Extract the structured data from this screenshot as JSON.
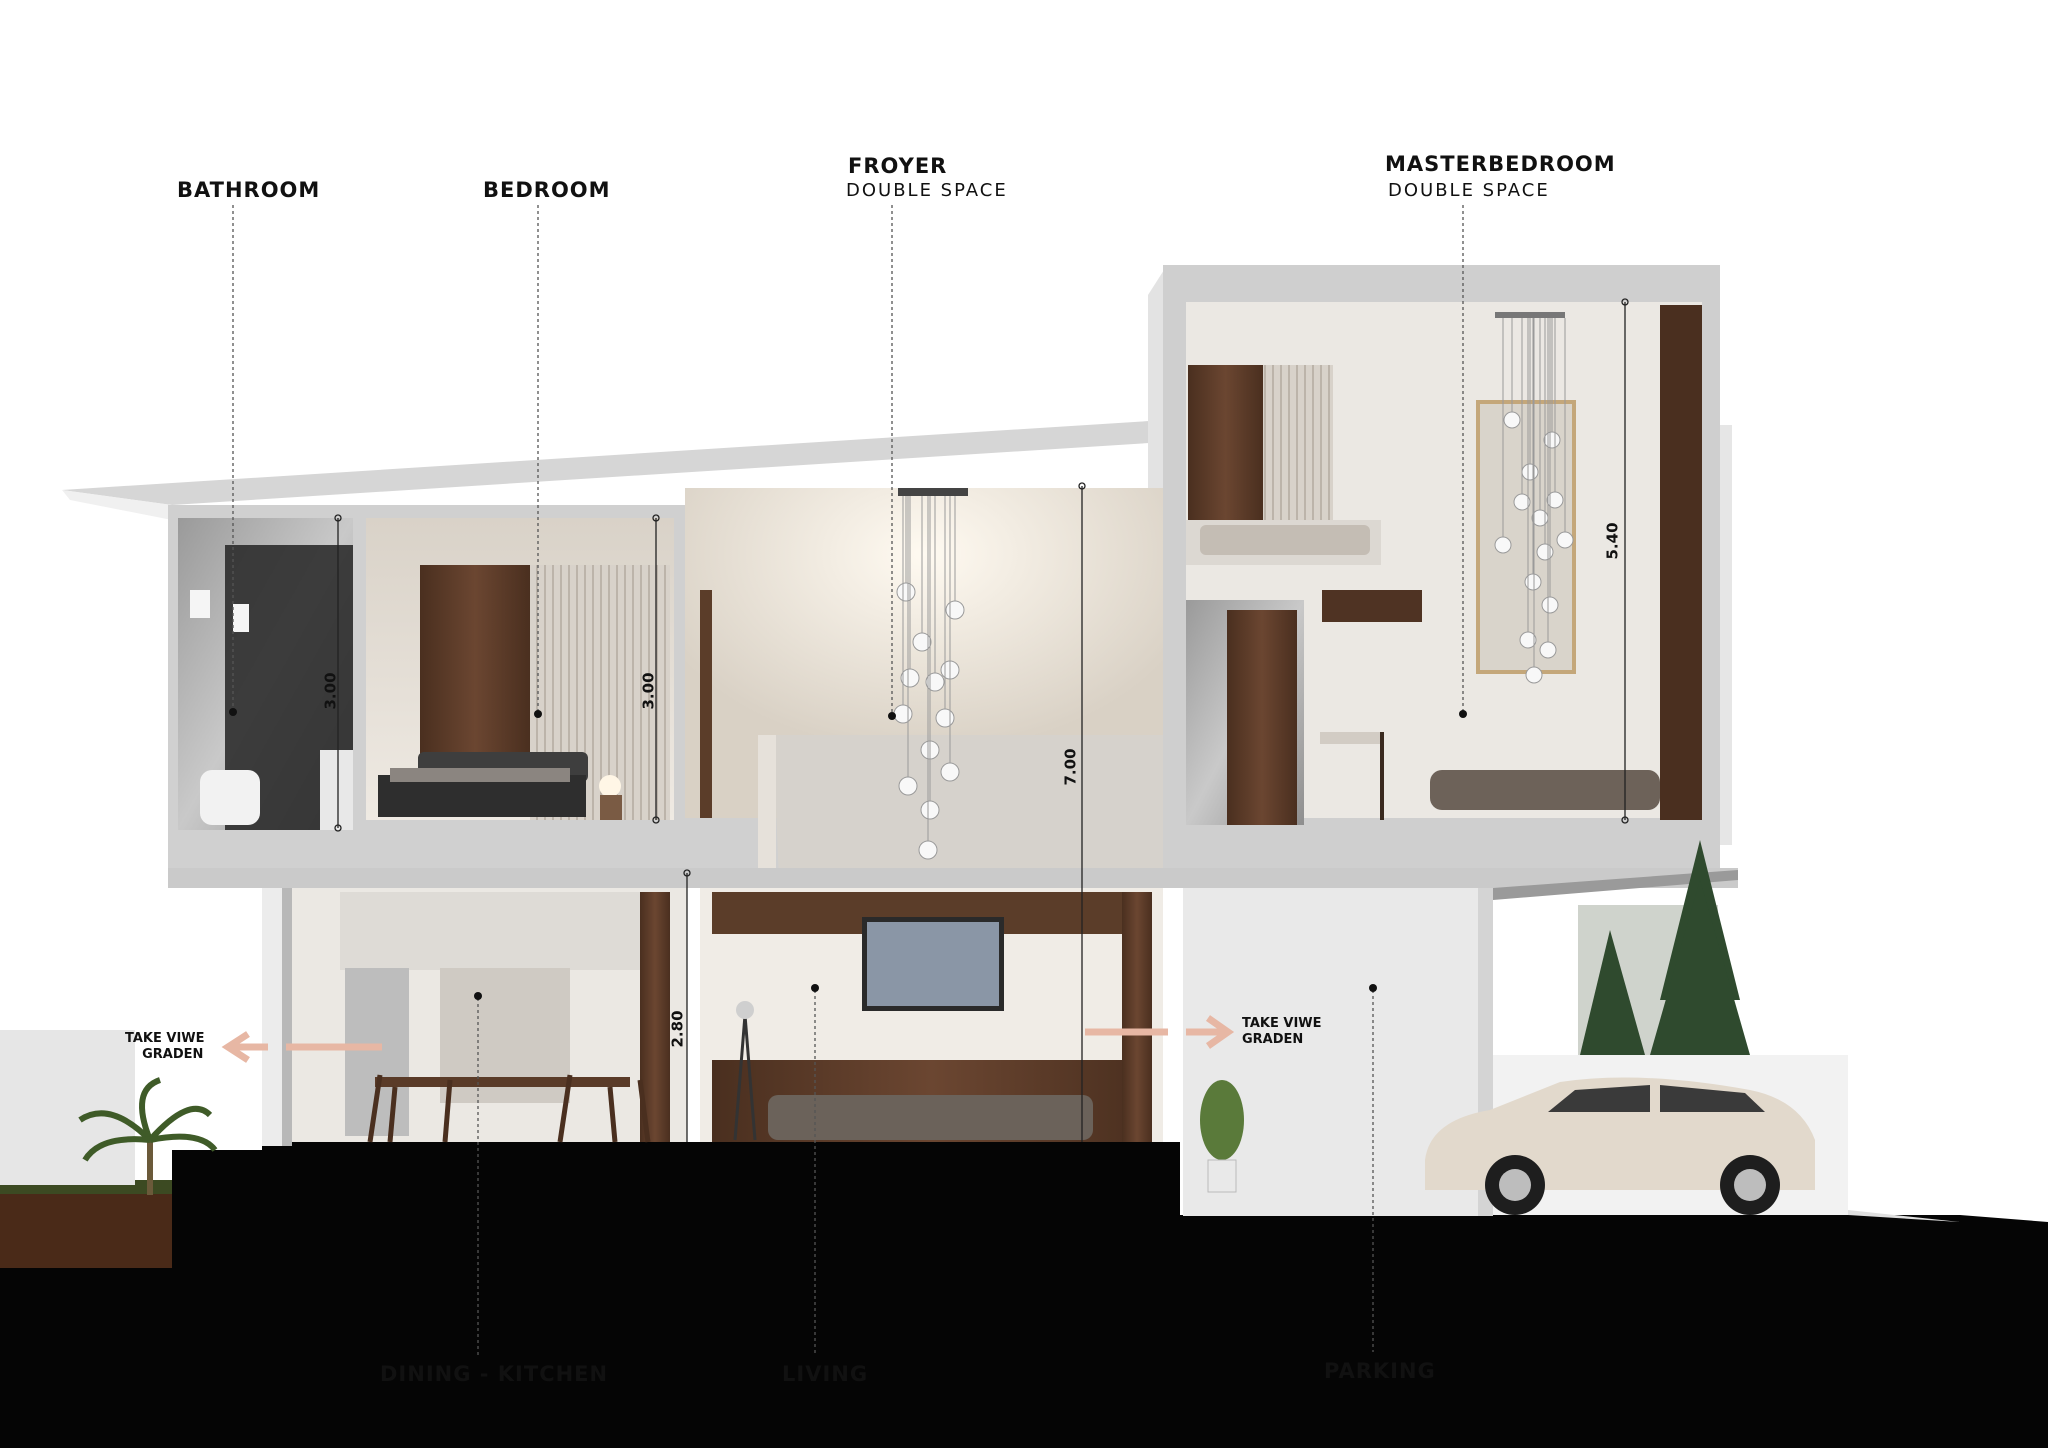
{
  "rooms": {
    "bathroom": "BATHROOM",
    "bedroom": "BEDROOM",
    "foyer_title": "FROYER",
    "foyer_sub": "DOUBLE   SPACE",
    "master_title": "MASTERBEDROOM",
    "master_sub": "DOUBLE   SPACE",
    "dining_kitchen": "DINING - KITCHEN",
    "living": "LIVING",
    "parking": "PARKING"
  },
  "dimensions": {
    "bathroom_h": "3.00",
    "bedroom_h": "3.00",
    "foyer_h": "7.00",
    "master_h": "5.40",
    "ground_h": "2.80"
  },
  "notes": {
    "left_view_line1": "TAKE VIWE",
    "left_view_line2": "GRADEN",
    "right_view_line1": "TAKE VIWE",
    "right_view_line2": "GRADEN"
  },
  "colors": {
    "ground": "#050505",
    "slab": "#cfcfcf",
    "wall_light": "#ece9e4",
    "wood": "#5a3b28",
    "arrow": "#e7b7a4"
  }
}
